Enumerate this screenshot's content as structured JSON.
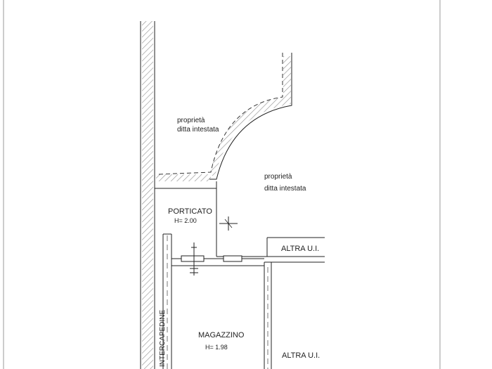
{
  "labels": {
    "property_top": [
      "proprietà",
      "ditta intestata"
    ],
    "property_right": [
      "proprietà",
      "ditta intestata"
    ],
    "porticato": "PORTICATO",
    "porticato_height": "H= 2.00",
    "altra_ui_top": "ALTRA U.I.",
    "magazzino": "MAGAZZINO",
    "magazzino_height": "H= 1.98",
    "altra_ui_bottom": "ALTRA U.I.",
    "intercapedine": "INTERCAPEDINE"
  }
}
